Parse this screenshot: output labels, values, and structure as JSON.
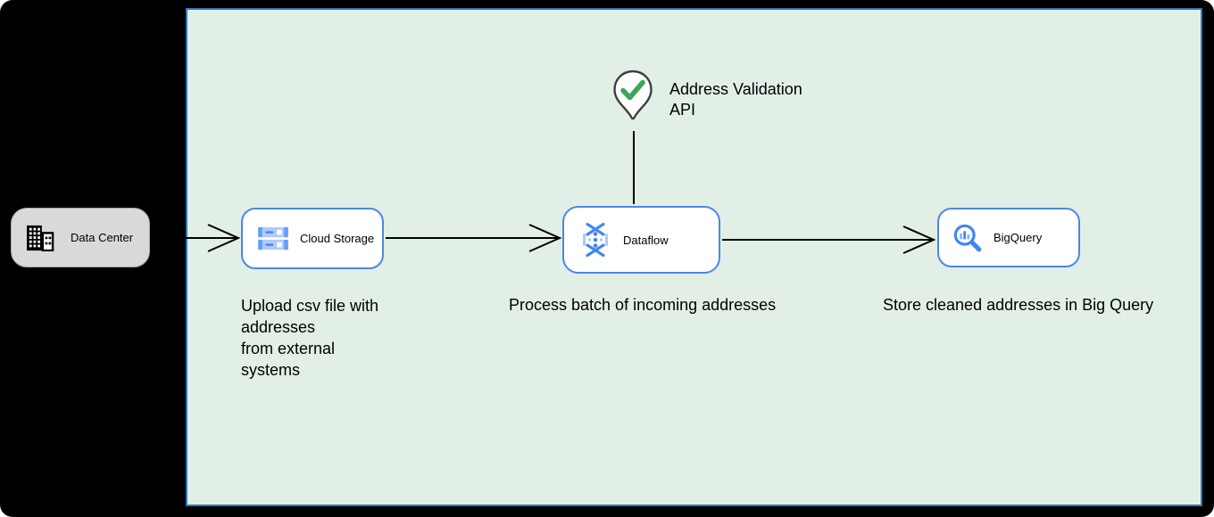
{
  "panel": {
    "fill": "#e2efe6",
    "border": "#2e77b8"
  },
  "nodes": {
    "data_center": {
      "label": "Data Center",
      "fill": "#d9d9d9"
    },
    "cloud_storage": {
      "label": "Cloud Storage",
      "border": "#4a86e8"
    },
    "dataflow": {
      "label": "Dataflow",
      "border": "#4a86e8"
    },
    "bigquery": {
      "label": "BigQuery",
      "border": "#4a86e8"
    }
  },
  "annotations": {
    "address_validation": {
      "label": "Address Validation\nAPI"
    },
    "upload_caption": "Upload csv file with\naddresses\nfrom external\nsystems",
    "process_caption": "Process batch of incoming addresses",
    "store_caption": "Store cleaned addresses in Big Query"
  },
  "icons": {
    "data_center": "building-icon",
    "cloud_storage": "cloud-storage-icon",
    "dataflow": "dataflow-icon",
    "bigquery": "bigquery-icon",
    "address_validation": "map-pin-check-icon"
  },
  "colors": {
    "connector": "#000000",
    "icon_blue": "#4285f4",
    "icon_light_blue": "#aecbfa",
    "check_green": "#3aa757",
    "pin_outline": "#3c4043"
  }
}
